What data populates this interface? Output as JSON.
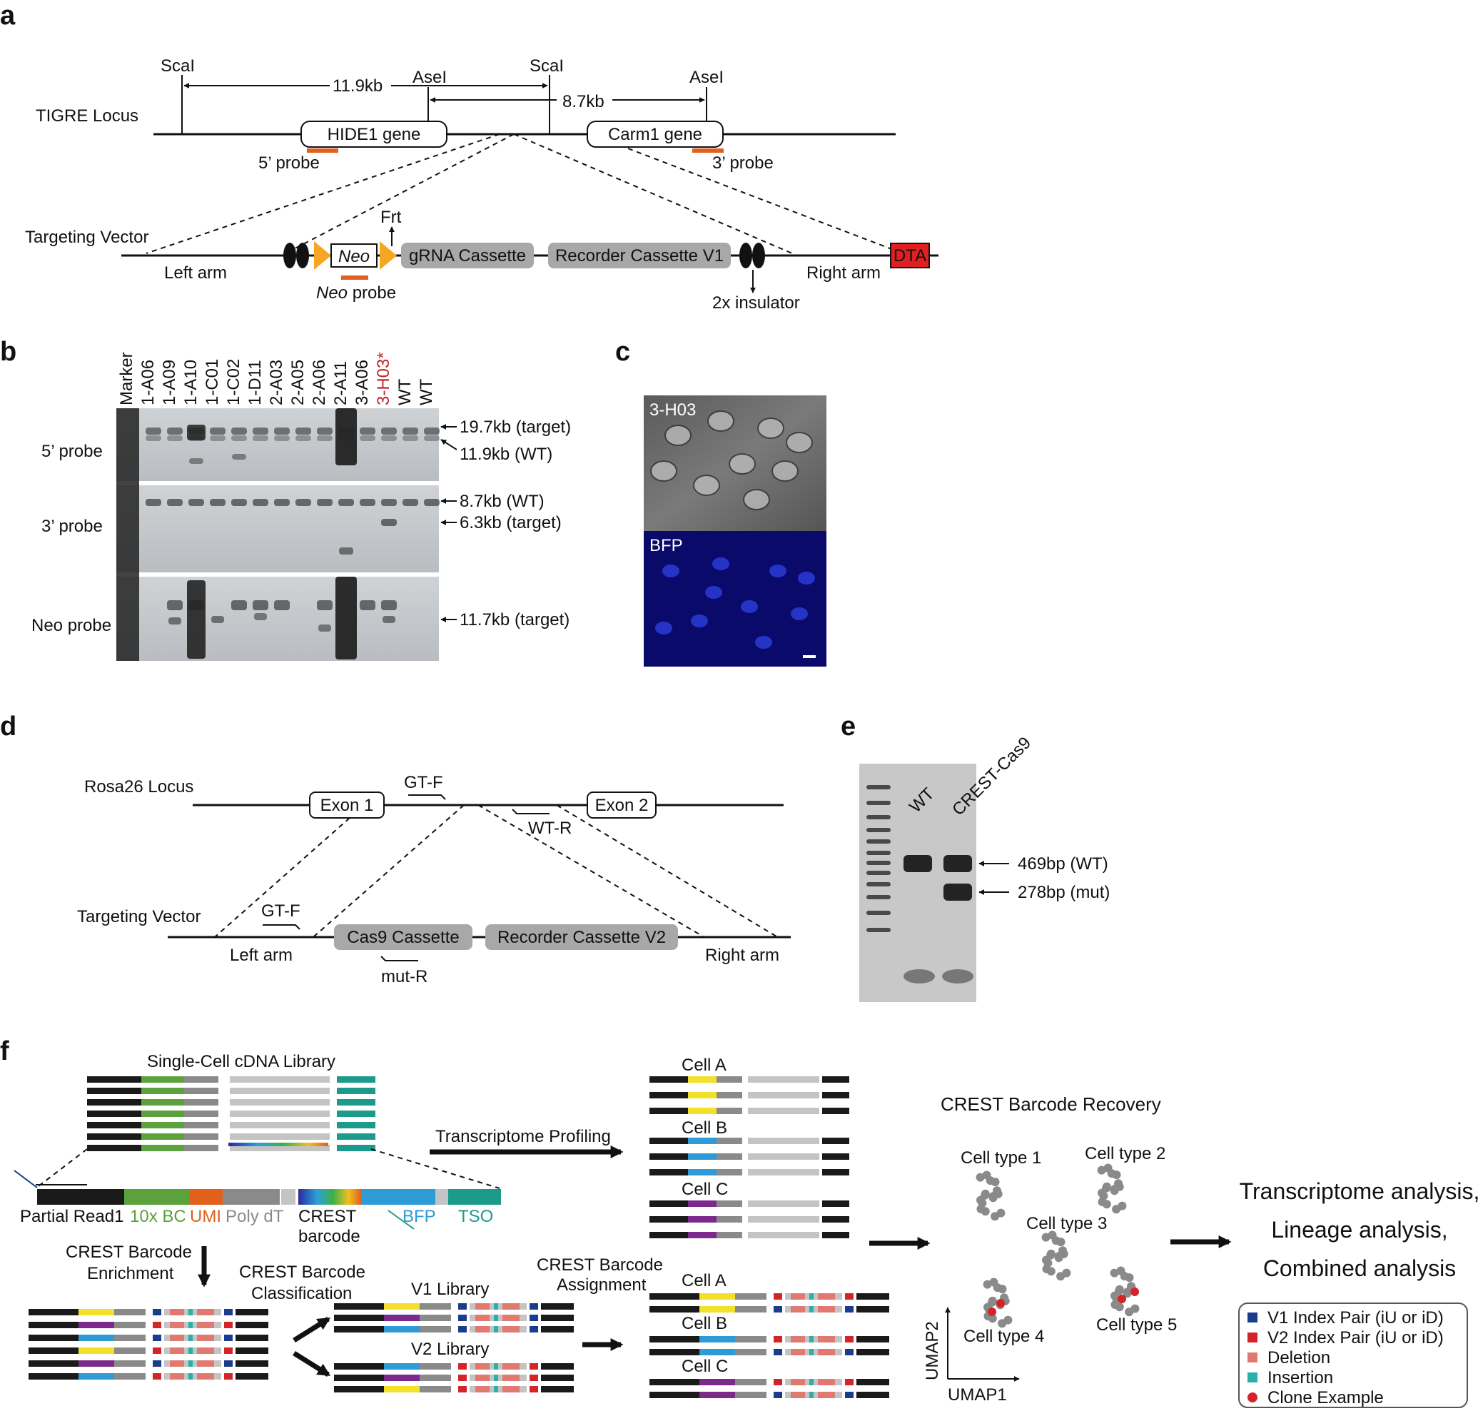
{
  "panels": {
    "a": "a",
    "b": "b",
    "c": "c",
    "d": "d",
    "e": "e",
    "f": "f"
  },
  "a": {
    "locus_label": "TIGRE Locus",
    "scal_1": "ScaI",
    "scal_2": "ScaI",
    "asel_1": "AseI",
    "asel_2": "AseI",
    "dist_1": "11.9kb",
    "dist_2": "8.7kb",
    "gene_1": "HIDE1 gene",
    "gene_2": "Carm1 gene",
    "probe_5": "5’ probe",
    "probe_3": "3’ probe",
    "vector_label": "Targeting Vector",
    "left_arm": "Left arm",
    "right_arm": "Right arm",
    "neo": "Neo",
    "neo_probe_italic": "Neo",
    "neo_probe_rest": " probe",
    "frt": "Frt",
    "grna": "gRNA Cassette",
    "recorder_v1": "Recorder Cassette V1",
    "dta": "DTA",
    "insulator": "2x insulator"
  },
  "b": {
    "lanes": [
      "Marker",
      "1-A06",
      "1-A09",
      "1-A10",
      "1-C01",
      "1-C02",
      "1-D11",
      "2-A03",
      "2-A05",
      "2-A06",
      "2-A11",
      "3-A06",
      "3-H03*",
      "WT",
      "WT"
    ],
    "highlight_color": "#c0272d",
    "row_labels": [
      "5’ probe",
      "3’ probe",
      "Neo probe"
    ],
    "arrows": [
      "19.7kb (target)",
      "11.9kb (WT)",
      "8.7kb (WT)",
      "6.3kb (target)",
      "11.7kb (target)"
    ]
  },
  "c": {
    "top_label": "3-H03",
    "bottom_label": "BFP"
  },
  "d": {
    "locus_label": "Rosa26 Locus",
    "exon_1": "Exon 1",
    "exon_2": "Exon 2",
    "gtf_top": "GT-F",
    "wtr": "WT-R",
    "vector_label": "Targeting Vector",
    "gtf_bottom": "GT-F",
    "left_arm": "Left arm",
    "right_arm": "Right arm",
    "cas9": "Cas9 Cassette",
    "recorder_v2": "Recorder Cassette V2",
    "mutr": "mut-R"
  },
  "e": {
    "lanes": [
      "WT",
      "CREST-Cas9"
    ],
    "bands": [
      "469bp (WT)",
      "278bp (mut)"
    ]
  },
  "f": {
    "library_title": "Single-Cell cDNA Library",
    "read": {
      "partial": "Partial Read1",
      "bc": "10x BC",
      "umi": "UMI",
      "polydt": "Poly dT",
      "crest_1": "CREST",
      "crest_2": "barcode",
      "bfp": "BFP",
      "tso": "TSO"
    },
    "transcriptome_profiling": "Transcriptome Profiling",
    "cells": [
      "Cell A",
      "Cell B",
      "Cell C"
    ],
    "enrichment_1": "CREST Barcode",
    "enrichment_2": "Enrichment",
    "classification_1": "CREST Barcode",
    "classification_2": "Classification",
    "v1_library": "V1 Library",
    "v2_library": "V2 Library",
    "assignment_1": "CREST Barcode",
    "assignment_2": "Assignment",
    "recovery_title": "CREST Barcode Recovery",
    "cell_types": [
      "Cell type 1",
      "Cell type 2",
      "Cell type 3",
      "Cell type 4",
      "Cell type 5"
    ],
    "umap1": "UMAP1",
    "umap2": "UMAP2",
    "analysis": [
      "Transcriptome analysis,",
      "Lineage analysis,",
      "Combined analysis"
    ],
    "legend": [
      "V1 Index Pair (iU or iD)",
      "V2 Index Pair (iU or iD)",
      "Deletion",
      "Insertion",
      "Clone Example"
    ],
    "colors": {
      "black": "#1a1a1a",
      "green": "#5ba23c",
      "orange": "#e0601c",
      "gray": "#8a8a8a",
      "lightgray": "#c4c4c4",
      "blue": "#2e9ad6",
      "teal": "#1c9a8c",
      "yellow": "#f2e02a",
      "purple": "#7b2a8c",
      "navy": "#1a3c8c",
      "red": "#d3242a",
      "salmon": "#e07a70",
      "insteal": "#2ab0a8",
      "probe": "#e06020",
      "dot": "#8a8a8a",
      "clone": "#d3242a"
    }
  }
}
